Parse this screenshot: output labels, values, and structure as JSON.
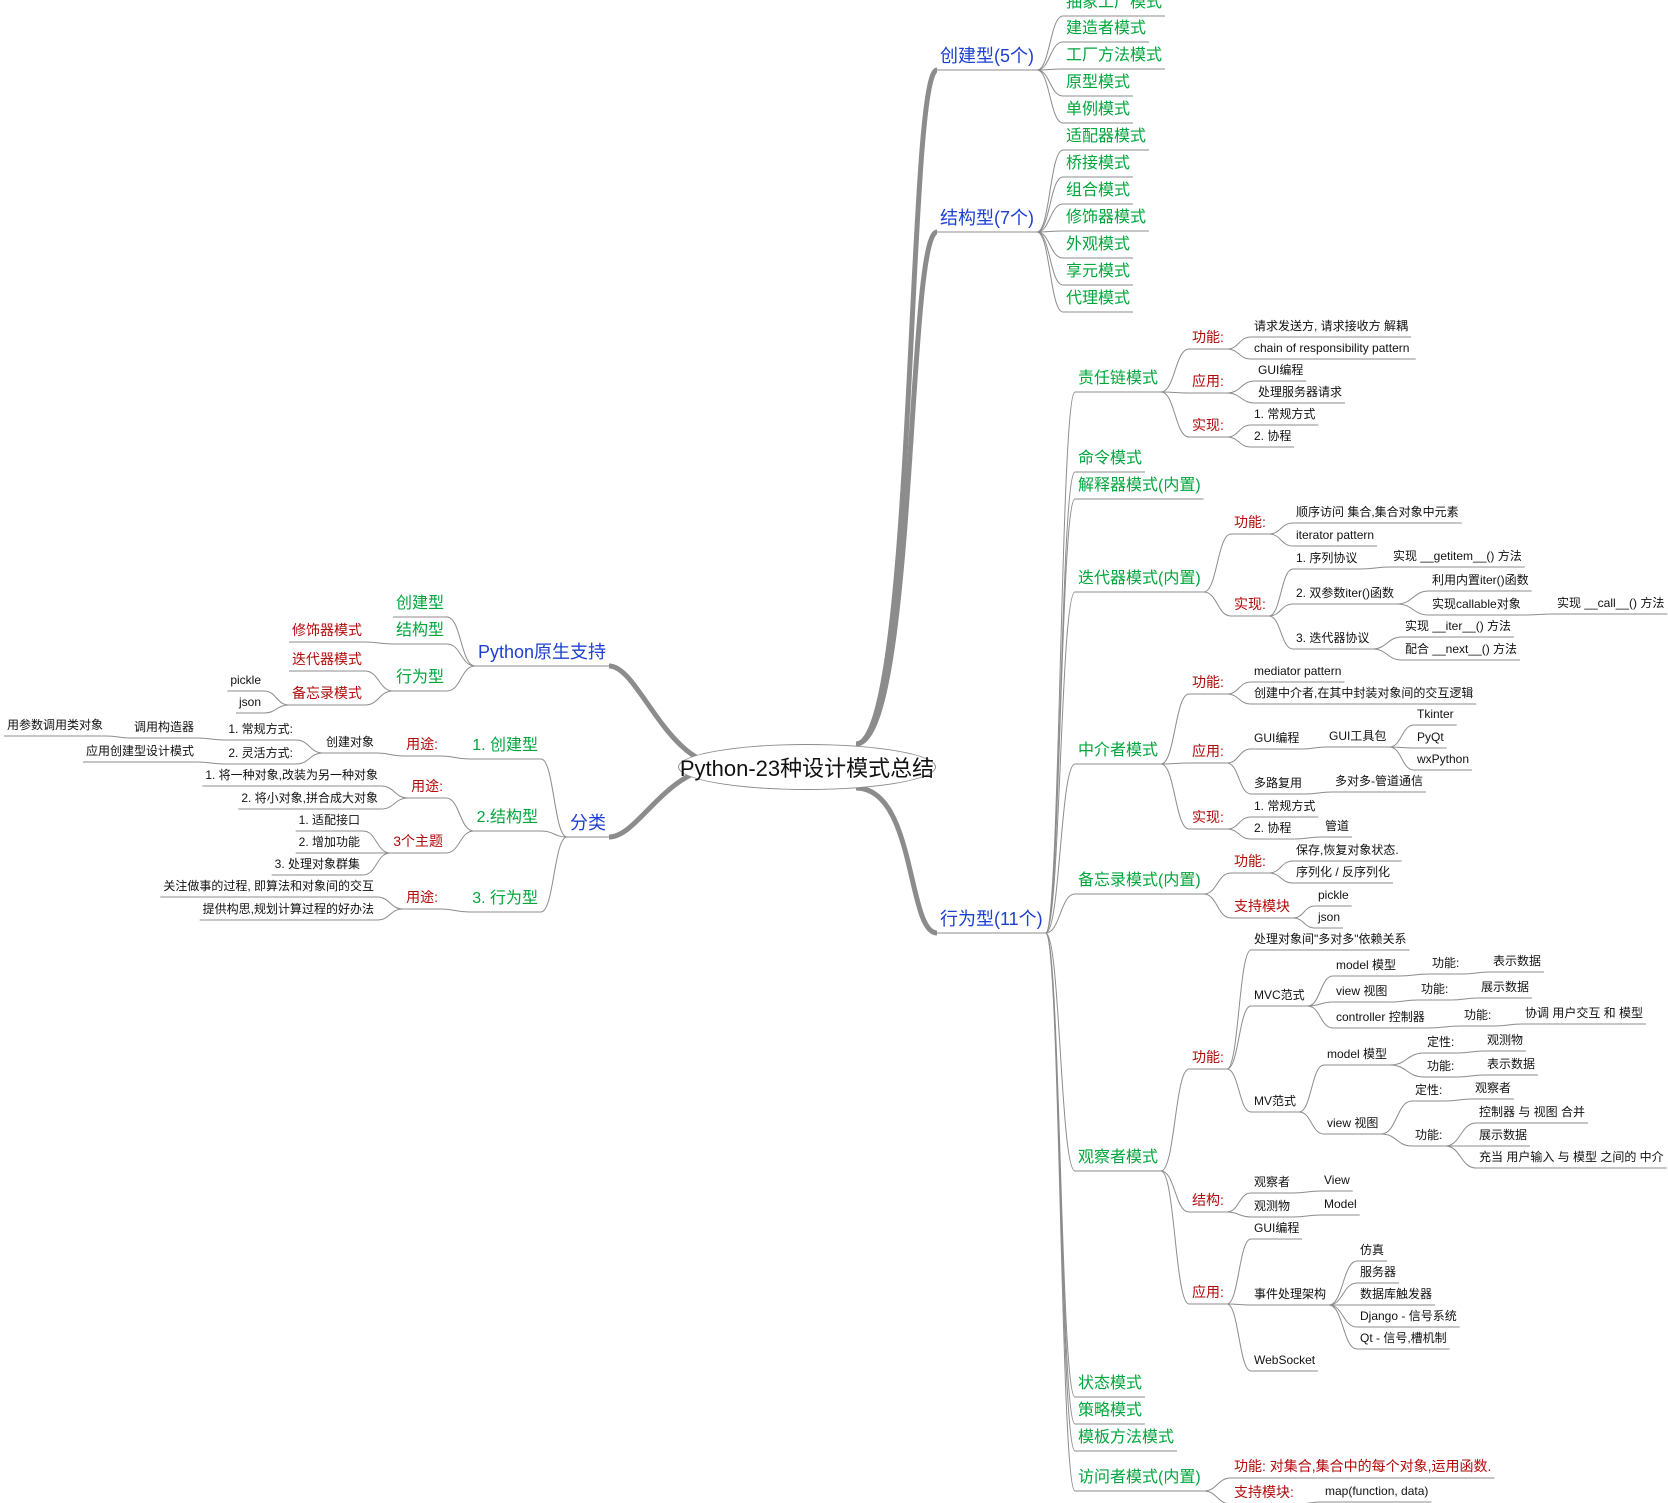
{
  "colors": {
    "primary": "#1d3fd1",
    "secondary": "#00a63c",
    "accent": "#b20a0a",
    "text": "#111111",
    "edge": "#8c8c8c"
  },
  "root": "Python-23种设计模式总结",
  "nodes": [
    {
      "id": "c1",
      "text": "创建型(5个)"
    },
    {
      "id": "c1-1",
      "text": "抽象工厂模式"
    },
    {
      "id": "c1-2",
      "text": "建造者模式"
    },
    {
      "id": "c1-3",
      "text": "工厂方法模式"
    },
    {
      "id": "c1-4",
      "text": "原型模式"
    },
    {
      "id": "c1-5",
      "text": "单例模式"
    },
    {
      "id": "c2",
      "text": "结构型(7个)"
    },
    {
      "id": "c2-1",
      "text": "适配器模式"
    },
    {
      "id": "c2-2",
      "text": "桥接模式"
    },
    {
      "id": "c2-3",
      "text": "组合模式"
    },
    {
      "id": "c2-4",
      "text": "修饰器模式"
    },
    {
      "id": "c2-5",
      "text": "外观模式"
    },
    {
      "id": "c2-6",
      "text": "享元模式"
    },
    {
      "id": "c2-7",
      "text": "代理模式"
    },
    {
      "id": "c3",
      "text": "行为型(11个)"
    },
    {
      "id": "b1",
      "text": "责任链模式"
    },
    {
      "id": "b1-f",
      "text": "功能:"
    },
    {
      "id": "b1-f1",
      "text": "请求发送方, 请求接收方 解耦"
    },
    {
      "id": "b1-f2",
      "text": "chain of responsibility  pattern"
    },
    {
      "id": "b1-a",
      "text": "应用:"
    },
    {
      "id": "b1-a1",
      "text": "GUI编程"
    },
    {
      "id": "b1-a2",
      "text": "处理服务器请求"
    },
    {
      "id": "b1-i",
      "text": "实现:"
    },
    {
      "id": "b1-i1",
      "text": "1. 常规方式"
    },
    {
      "id": "b1-i2",
      "text": "2. 协程"
    },
    {
      "id": "b2",
      "text": "命令模式"
    },
    {
      "id": "b3",
      "text": "解释器模式(内置)"
    },
    {
      "id": "b4",
      "text": "迭代器模式(内置)"
    },
    {
      "id": "b4-f",
      "text": "功能:"
    },
    {
      "id": "b4-f1",
      "text": "顺序访问 集合,集合对象中元素"
    },
    {
      "id": "b4-f2",
      "text": "iterator pattern"
    },
    {
      "id": "b4-i",
      "text": "实现:"
    },
    {
      "id": "b4-i1",
      "text": "1. 序列协议"
    },
    {
      "id": "b4-i1a",
      "text": "实现 __getitem__() 方法"
    },
    {
      "id": "b4-i2",
      "text": "2. 双参数iter()函数"
    },
    {
      "id": "b4-i2a",
      "text": "利用内置iter()函数"
    },
    {
      "id": "b4-i2b",
      "text": "实现callable对象"
    },
    {
      "id": "b4-i2b1",
      "text": "实现 __call__() 方法"
    },
    {
      "id": "b4-i3",
      "text": "3. 迭代器协议"
    },
    {
      "id": "b4-i3a",
      "text": "实现 __iter__() 方法"
    },
    {
      "id": "b4-i3b",
      "text": "配合 __next__() 方法"
    },
    {
      "id": "b5",
      "text": "中介者模式"
    },
    {
      "id": "b5-f",
      "text": "功能:"
    },
    {
      "id": "b5-f1",
      "text": "mediator pattern"
    },
    {
      "id": "b5-f2",
      "text": "创建中介者,在其中封装对象间的交互逻辑"
    },
    {
      "id": "b5-a",
      "text": "应用:"
    },
    {
      "id": "b5-a1",
      "text": "GUI编程"
    },
    {
      "id": "b5-a1a",
      "text": "GUI工具包"
    },
    {
      "id": "b5-t1",
      "text": "Tkinter"
    },
    {
      "id": "b5-t2",
      "text": "PyQt"
    },
    {
      "id": "b5-t3",
      "text": "wxPython"
    },
    {
      "id": "b5-a2",
      "text": "多路复用"
    },
    {
      "id": "b5-a2a",
      "text": "多对多-管道通信"
    },
    {
      "id": "b5-i",
      "text": "实现:"
    },
    {
      "id": "b5-i1",
      "text": "1. 常规方式"
    },
    {
      "id": "b5-i2",
      "text": "2. 协程"
    },
    {
      "id": "b5-i2a",
      "text": "管道"
    },
    {
      "id": "b6",
      "text": "备忘录模式(内置)"
    },
    {
      "id": "b6-f",
      "text": "功能:"
    },
    {
      "id": "b6-f1",
      "text": "保存,恢复对象状态."
    },
    {
      "id": "b6-f2",
      "text": "序列化 / 反序列化"
    },
    {
      "id": "b6-s",
      "text": "支持模块"
    },
    {
      "id": "b6-s1",
      "text": "pickle"
    },
    {
      "id": "b6-s2",
      "text": "json"
    },
    {
      "id": "b7",
      "text": "观察者模式"
    },
    {
      "id": "b7-f",
      "text": "功能:"
    },
    {
      "id": "b7-f1",
      "text": "处理对象间\"多对多\"依赖关系"
    },
    {
      "id": "b7-mvc",
      "text": "MVC范式"
    },
    {
      "id": "b7-mvc1",
      "text": "model 模型"
    },
    {
      "id": "b7-mvc1f",
      "text": "功能:"
    },
    {
      "id": "b7-mvc1v",
      "text": "表示数据"
    },
    {
      "id": "b7-mvc2",
      "text": "view 视图"
    },
    {
      "id": "b7-mvc2f",
      "text": "功能:"
    },
    {
      "id": "b7-mvc2v",
      "text": "展示数据"
    },
    {
      "id": "b7-mvc3",
      "text": "controller 控制器"
    },
    {
      "id": "b7-mvc3f",
      "text": "功能:"
    },
    {
      "id": "b7-mvc3v",
      "text": "协调 用户交互 和 模型"
    },
    {
      "id": "b7-mv",
      "text": "MV范式"
    },
    {
      "id": "b7-mv1",
      "text": "model 模型"
    },
    {
      "id": "b7-mv1d",
      "text": "定性:"
    },
    {
      "id": "b7-mv1dv",
      "text": "观测物"
    },
    {
      "id": "b7-mv1f",
      "text": "功能:"
    },
    {
      "id": "b7-mv1fv",
      "text": "表示数据"
    },
    {
      "id": "b7-mv2",
      "text": "view 视图"
    },
    {
      "id": "b7-mv2d",
      "text": "定性:"
    },
    {
      "id": "b7-mv2dv",
      "text": "观察者"
    },
    {
      "id": "b7-mv2f",
      "text": "功能:"
    },
    {
      "id": "b7-mv2f1",
      "text": "控制器 与 视图 合并"
    },
    {
      "id": "b7-mv2f2",
      "text": "展示数据"
    },
    {
      "id": "b7-mv2f3",
      "text": "充当 用户输入 与 模型 之间的 中介"
    },
    {
      "id": "b7-s",
      "text": "结构:"
    },
    {
      "id": "b7-s1",
      "text": "观察者"
    },
    {
      "id": "b7-s1v",
      "text": "View"
    },
    {
      "id": "b7-s2",
      "text": "观测物"
    },
    {
      "id": "b7-s2v",
      "text": "Model"
    },
    {
      "id": "b7-a",
      "text": "应用:"
    },
    {
      "id": "b7-a1",
      "text": "GUI编程"
    },
    {
      "id": "b7-a2",
      "text": "事件处理架构"
    },
    {
      "id": "b7-a2a",
      "text": "仿真"
    },
    {
      "id": "b7-a2b",
      "text": "服务器"
    },
    {
      "id": "b7-a2c",
      "text": "数据库触发器"
    },
    {
      "id": "b7-a2d",
      "text": "Django - 信号系统"
    },
    {
      "id": "b7-a2e",
      "text": "Qt - 信号,槽机制"
    },
    {
      "id": "b7-a3",
      "text": "WebSocket"
    },
    {
      "id": "b8",
      "text": "状态模式"
    },
    {
      "id": "b9",
      "text": "策略模式"
    },
    {
      "id": "b10",
      "text": "模板方法模式"
    },
    {
      "id": "b11",
      "text": "访问者模式(内置)"
    },
    {
      "id": "b11-f",
      "text": "功能: 对集合,集合中的每个对象,运用函数."
    },
    {
      "id": "b11-s",
      "text": "支持模块:"
    },
    {
      "id": "b11-s1",
      "text": "map(function, data)"
    },
    {
      "id": "p",
      "text": "Python原生支持"
    },
    {
      "id": "p1",
      "text": "创建型"
    },
    {
      "id": "p2",
      "text": "结构型"
    },
    {
      "id": "p2a",
      "text": "修饰器模式"
    },
    {
      "id": "p3",
      "text": "行为型"
    },
    {
      "id": "p3a",
      "text": "迭代器模式"
    },
    {
      "id": "p3b",
      "text": "备忘录模式"
    },
    {
      "id": "p3b1",
      "text": "pickle"
    },
    {
      "id": "p3b2",
      "text": "json"
    },
    {
      "id": "k",
      "text": "分类"
    },
    {
      "id": "k1",
      "text": "1. 创建型"
    },
    {
      "id": "k1u",
      "text": "用途:"
    },
    {
      "id": "k1u1",
      "text": "创建对象"
    },
    {
      "id": "k1u1a",
      "text": "1. 常规方式:"
    },
    {
      "id": "k1u1a1",
      "text": "调用构造器"
    },
    {
      "id": "k1u1a1a",
      "text": "用参数调用类对象"
    },
    {
      "id": "k1u1b",
      "text": "2. 灵活方式:"
    },
    {
      "id": "k1u1b1",
      "text": "应用创建型设计模式"
    },
    {
      "id": "k2",
      "text": "2.结构型"
    },
    {
      "id": "k2u",
      "text": "用途:"
    },
    {
      "id": "k2u1",
      "text": "1. 将一种对象,改装为另一种对象"
    },
    {
      "id": "k2u2",
      "text": "2. 将小对象,拼合成大对象"
    },
    {
      "id": "k2t",
      "text": "3个主题"
    },
    {
      "id": "k2t1",
      "text": "1. 适配接口"
    },
    {
      "id": "k2t2",
      "text": "2. 增加功能"
    },
    {
      "id": "k2t3",
      "text": "3. 处理对象群集"
    },
    {
      "id": "k3",
      "text": "3. 行为型"
    },
    {
      "id": "k3u",
      "text": "用途:"
    },
    {
      "id": "k3u1",
      "text": "关注做事的过程, 即算法和对象间的交互"
    },
    {
      "id": "k3u2",
      "text": "提供构思,规划计算过程的好办法"
    }
  ]
}
